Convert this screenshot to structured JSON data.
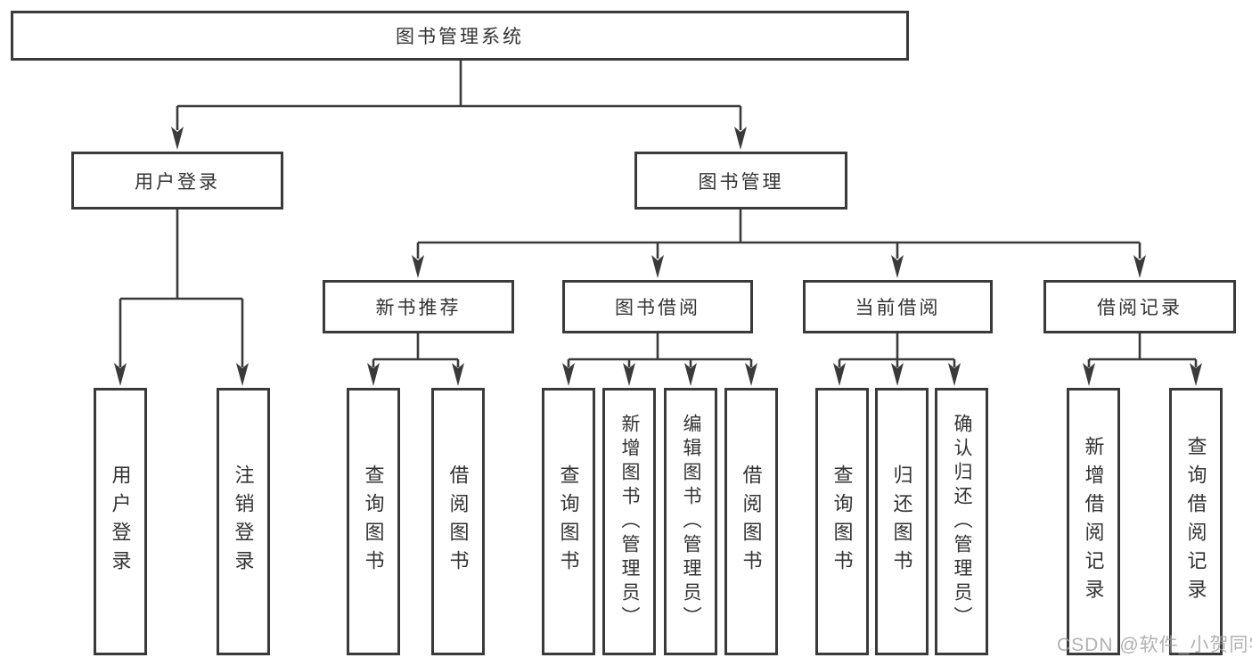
{
  "diagram": {
    "tree": {
      "label": "图书管理系统",
      "children": [
        {
          "label": "用户登录",
          "children": [
            {
              "label": "用户登录"
            },
            {
              "label": "注销登录"
            }
          ]
        },
        {
          "label": "图书管理",
          "children": [
            {
              "label": "新书推荐",
              "children": [
                {
                  "label": "查询图书"
                },
                {
                  "label": "借阅图书"
                }
              ]
            },
            {
              "label": "图书借阅",
              "children": [
                {
                  "label": "查询图书"
                },
                {
                  "label": "新增图书（管理员）"
                },
                {
                  "label": "编辑图书（管理员）"
                },
                {
                  "label": "借阅图书"
                }
              ]
            },
            {
              "label": "当前借阅",
              "children": [
                {
                  "label": "查询图书"
                },
                {
                  "label": "归还图书"
                },
                {
                  "label": "确认归还（管理员）"
                }
              ]
            },
            {
              "label": "借阅记录",
              "children": [
                {
                  "label": "新增借阅记录"
                },
                {
                  "label": "查询借阅记录"
                }
              ]
            }
          ]
        }
      ]
    }
  },
  "watermark": "CSDN @软件_小贺同学",
  "colors": {
    "line": "#3a3a3a",
    "border": "#3a3a3a",
    "text": "#333333",
    "bg": "#ffffff",
    "watermark": "#9e9e9e"
  }
}
